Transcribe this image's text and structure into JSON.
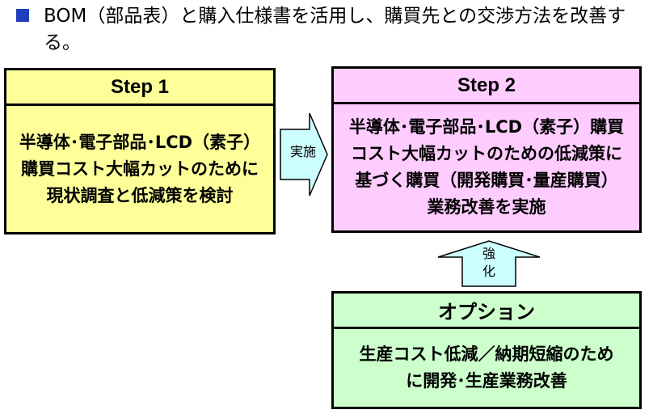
{
  "heading": {
    "text": "BOM（部品表）と購入仕様書を活用し、購買先との交渉方法を改善する。"
  },
  "step1": {
    "title": "Step 1",
    "body": "半導体･電子部品･LCD（素子）購買コスト大幅カットのために現状調査と低減策を検討"
  },
  "step2": {
    "title": "Step 2",
    "body": "半導体･電子部品･LCD（素子）購買コスト大幅カットのための低減策に基づく購買（開発購買･量産購買）業務改善を実施"
  },
  "option": {
    "title": "オプション",
    "body": "生産コスト低減／納期短縮のために開発･生産業務改善"
  },
  "arrows": {
    "implement_label": "実施",
    "strengthen_label_1": "強",
    "strengthen_label_2": "化"
  },
  "colors": {
    "bullet": "#1f3fbf",
    "step1_fill": "#ffff99",
    "step2_fill": "#ffccff",
    "option_fill": "#ccffcc",
    "arrow_fill": "#ccffff"
  }
}
